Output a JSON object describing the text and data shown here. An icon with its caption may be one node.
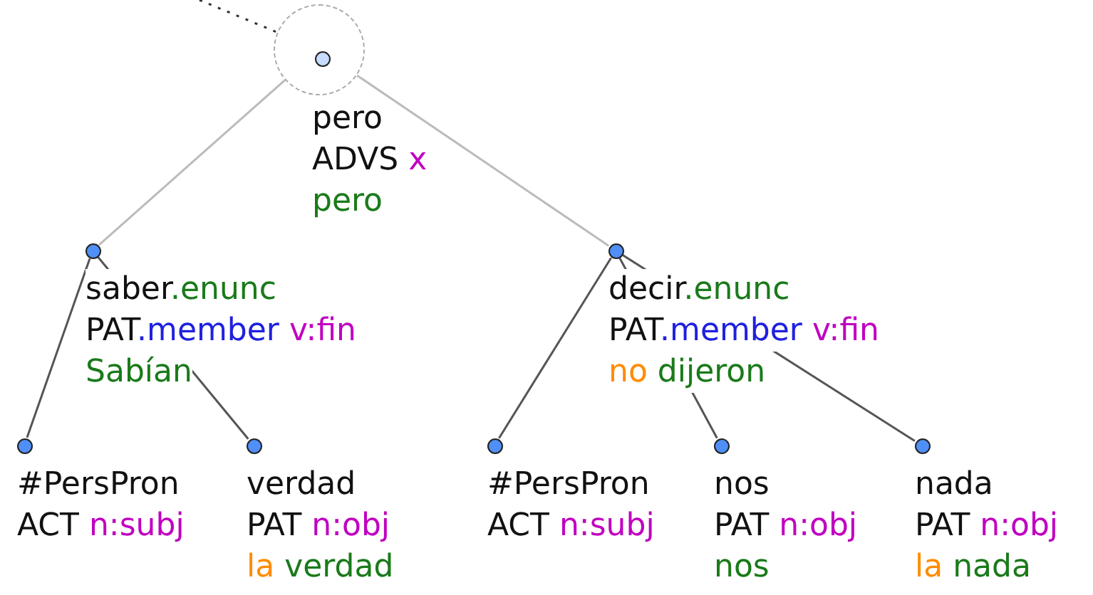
{
  "diagram": {
    "nodes": [
      {
        "text": [],
        "shape": "circle",
        "beside": [
          "pero",
          "ADVS x",
          "pero"
        ]
      },
      {
        "text": [],
        "shape": "circle",
        "beside": [
          "saber.enunc",
          "PAT.member v:fin",
          "Sabían"
        ]
      },
      {
        "text": [],
        "shape": "circle",
        "beside": [
          "decir.enunc",
          "PAT.member v:fin",
          "no dijeron"
        ]
      },
      {
        "text": [],
        "shape": "circle",
        "beside": [
          "#PersPron",
          "ACT n:subj"
        ]
      },
      {
        "text": [],
        "shape": "circle",
        "beside": [
          "verdad",
          "PAT n:obj",
          "la verdad"
        ]
      },
      {
        "text": [],
        "shape": "circle",
        "beside": [
          "#PersPron",
          "ACT n:subj"
        ]
      },
      {
        "text": [],
        "shape": "circle",
        "beside": [
          "nos",
          "PAT n:obj",
          "nos"
        ]
      },
      {
        "text": [],
        "shape": "circle",
        "beside": [
          "nada",
          "PAT n:obj",
          "la nada"
        ]
      }
    ],
    "edges": [
      {
        "from": null,
        "to": 0,
        "arrow": "none",
        "style": "dashed"
      },
      {
        "from": 0,
        "to": 1,
        "arrow": "none",
        "color": "#bbbbbb"
      },
      {
        "from": 0,
        "to": 2,
        "arrow": "none",
        "color": "#bbbbbb"
      },
      {
        "from": 1,
        "to": 3,
        "arrow": "none"
      },
      {
        "from": 1,
        "to": 4,
        "arrow": "none"
      },
      {
        "from": 2,
        "to": 5,
        "arrow": "none"
      },
      {
        "from": 2,
        "to": 6,
        "arrow": "none"
      },
      {
        "from": 2,
        "to": 7,
        "arrow": "none"
      }
    ]
  }
}
